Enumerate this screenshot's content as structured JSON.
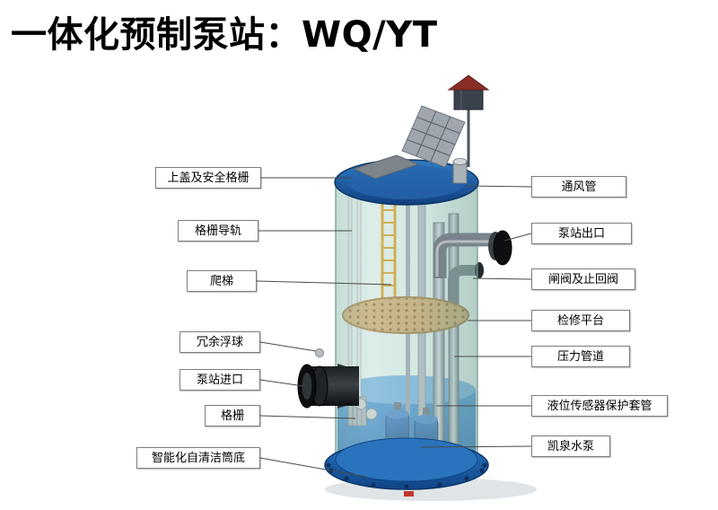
{
  "title": "一体化预制泵站：WQ/YT",
  "labels": {
    "left": [
      {
        "text": "上盖及安全格栅"
      },
      {
        "text": "格栅导轨"
      },
      {
        "text": "爬梯"
      },
      {
        "text": "冗余浮球"
      },
      {
        "text": "泵站进口"
      },
      {
        "text": "格栅"
      },
      {
        "text": "智能化自清洁筒底"
      }
    ],
    "right": [
      {
        "text": "通风管"
      },
      {
        "text": "泵站出口"
      },
      {
        "text": "闸阀及止回阀"
      },
      {
        "text": "检修平台"
      },
      {
        "text": "压力管道"
      },
      {
        "text": "液位传感器保护套管"
      },
      {
        "text": "凯泉水泵"
      }
    ]
  },
  "colors": {
    "lid_blue": "#1c5ca8",
    "base_blue": "#1a64b4",
    "tank_glass": "#bcdcd3",
    "water_blue": "#2e7cc0",
    "platform_tan": "#c9a56a",
    "ladder_yellow": "#d49a1e",
    "roof_red": "#8a2f26",
    "line_gray": "#4a4a4a"
  }
}
